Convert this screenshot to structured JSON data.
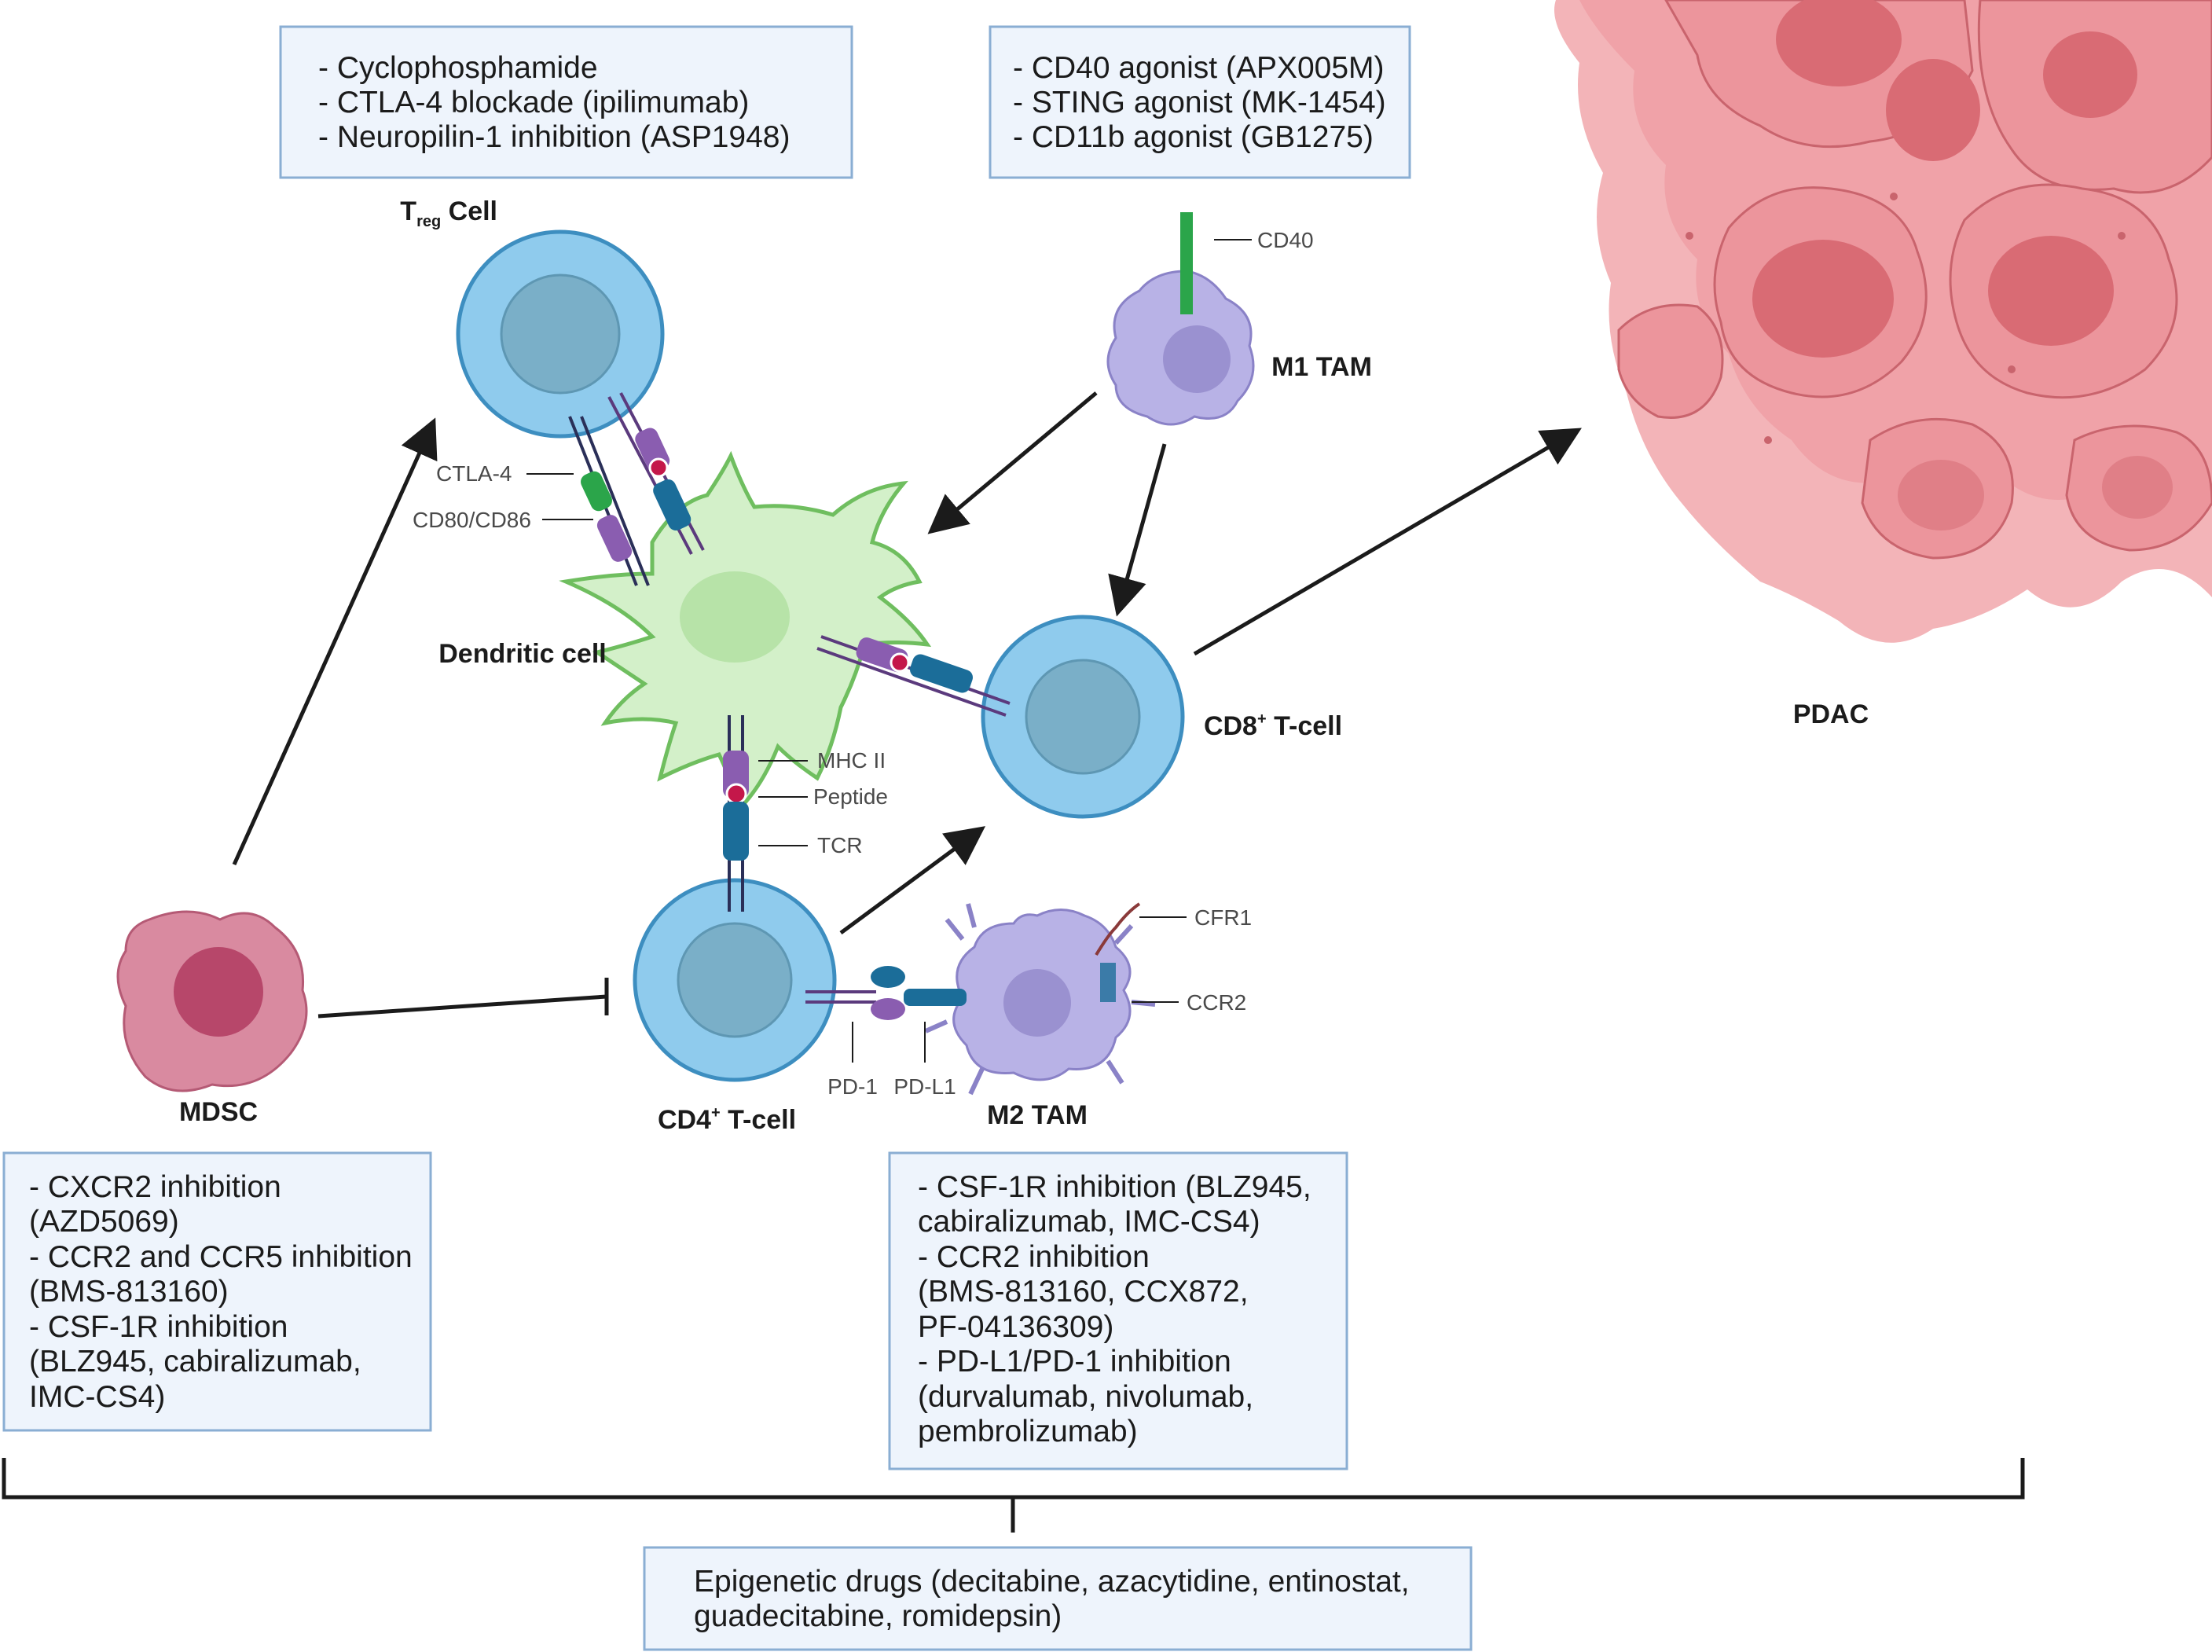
{
  "boxes": {
    "treg_drugs": [
      "- Cyclophosphamide",
      "- CTLA-4 blockade (ipilimumab)",
      "- Neuropilin-1 inhibition (ASP1948)"
    ],
    "m1_drugs": [
      "- CD40 agonist (APX005M)",
      "- STING agonist (MK-1454)",
      "- CD11b agonist (GB1275)"
    ],
    "mdsc_drugs": [
      "- CXCR2 inhibition",
      "(AZD5069)",
      "- CCR2 and CCR5 inhibition",
      "(BMS-813160)",
      "- CSF-1R inhibition",
      "(BLZ945, cabiralizumab,",
      "IMC-CS4)"
    ],
    "m2_drugs": [
      "- CSF-1R inhibition (BLZ945,",
      "cabiralizumab, IMC-CS4)",
      "- CCR2 inhibition",
      "(BMS-813160, CCX872,",
      "PF-04136309)",
      "- PD-L1/PD-1 inhibition",
      "(durvalumab, nivolumab,",
      "pembrolizumab)"
    ],
    "epigenetic": [
      "Epigenetic drugs (decitabine, azacytidine, entinostat,",
      "guadecitabine, romidepsin)"
    ]
  },
  "cells": {
    "treg_main": "T",
    "treg_sub": "reg",
    "treg_tail": " Cell",
    "m1": "M1 TAM",
    "dendritic": "Dendritic cell",
    "cd8_main": "CD8",
    "cd8_sup": "+",
    "cd8_tail": " T-cell",
    "cd4_main": "CD4",
    "cd4_sup": "+",
    "cd4_tail": " T-cell",
    "mdsc": "MDSC",
    "m2": "M2 TAM",
    "pdac": "PDAC"
  },
  "molecules": {
    "cd40": "CD40",
    "ctla4": "CTLA-4",
    "cd80": "CD80/CD86",
    "mhc": "MHC II",
    "peptide": "Peptide",
    "tcr": "TCR",
    "cfr1": "CFR1",
    "ccr2": "CCR2",
    "pd1": "PD-1",
    "pdl1": "PD-L1"
  },
  "colors": {
    "tcell_outer": "#8fcbed",
    "tcell_inner": "#7aafc8",
    "dendritic": "#d3f0c9",
    "tam": "#b8b2e6",
    "mdsc": "#d98aa0",
    "tumor": "#f0a2a8",
    "box_fill": "#eef4fc",
    "box_stroke": "#8aaed3"
  }
}
